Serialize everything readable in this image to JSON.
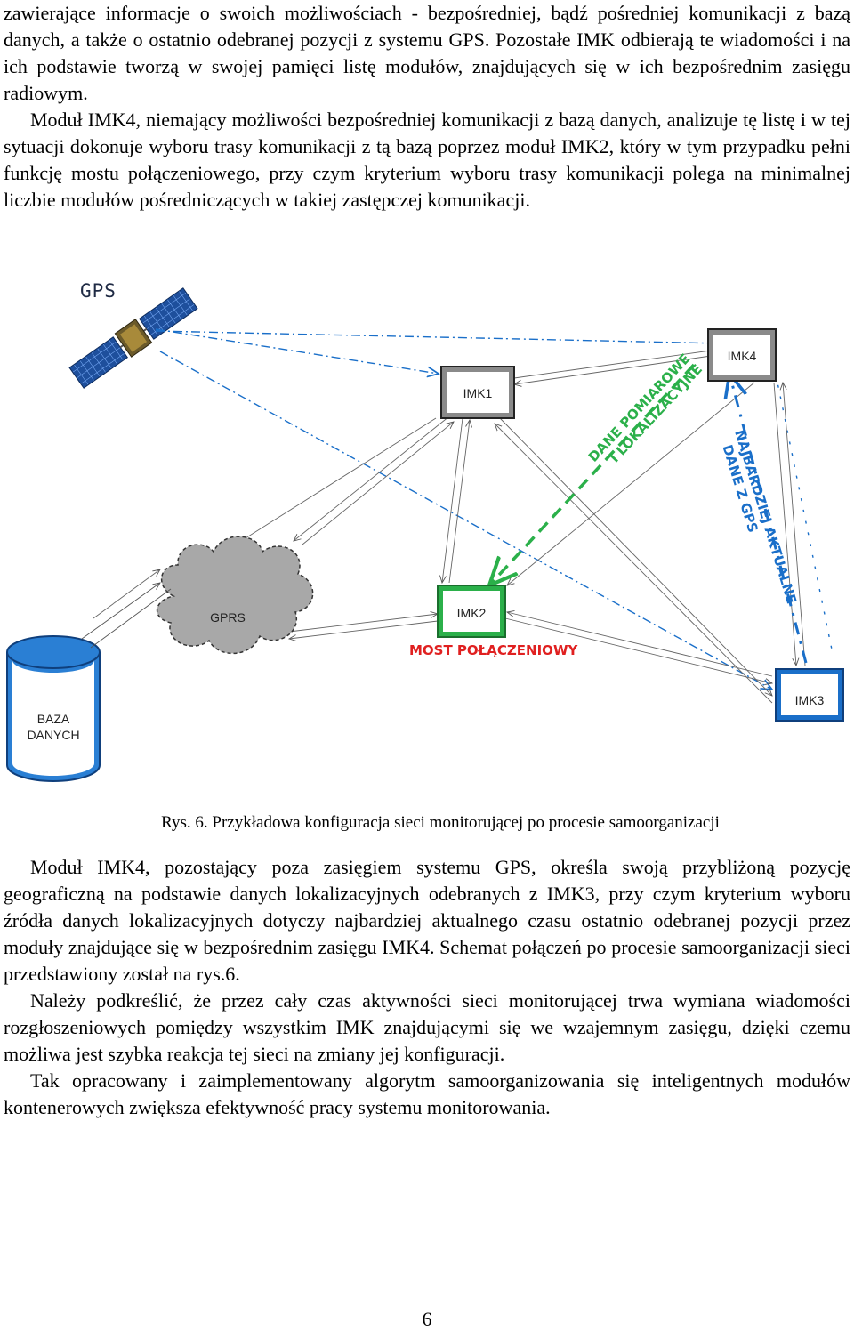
{
  "text_top": {
    "line1": "zawierające informacje o swoich możliwościach - bezpośredniej, bądź pośredniej komunikacji z bazą danych, a także o ostatnio odebranej pozycji z systemu GPS. Pozostałe IMK odbierają te wiadomości i na ich podstawie tworzą w swojej pamięci listę modułów, znajdujących się w ich bezpośrednim zasięgu radiowym.",
    "para2": "Moduł IMK4, niemający możliwości bezpośredniej komunikacji z bazą danych, analizuje tę listę i w tej sytuacji dokonuje wyboru trasy komunikacji z tą bazą poprzez moduł IMK2, który w tym przypadku pełni funkcję mostu połączeniowego, przy czym kryterium wyboru trasy komunikacji polega na minimalnej liczbie modułów pośredniczących w takiej zastępczej komunikacji."
  },
  "figure": {
    "gps_label": "GPS",
    "imk1": "IMK1",
    "imk2": "IMK2",
    "imk3": "IMK3",
    "imk4": "IMK4",
    "gprs": "GPRS",
    "db_line1": "BAZA",
    "db_line2": "DANYCH",
    "green_line1": "DANE POMIAROWE",
    "green_line2": "I LOKALIZACYJNE",
    "blue_line1": "NAJBARDZIEJ AKTUALNE",
    "blue_line2": "DANE Z GPS",
    "bridge_label": "MOST POŁĄCZENIOWY",
    "colors": {
      "green": "#2bb04a",
      "blue": "#1a6fc9",
      "red": "#e02020",
      "imk_gray": "#8a8a8a",
      "imk3_blue": "#1a6fc9",
      "db_blue": "#2a7fd4",
      "cloud_gray": "#a8a8a8"
    }
  },
  "caption": "Rys. 6. Przykładowa konfiguracja sieci monitorującej po procesie samoorganizacji",
  "text_bottom": {
    "para1": "Moduł IMK4, pozostający poza zasięgiem systemu GPS, określa swoją przybliżoną pozycję geograficzną na podstawie danych lokalizacyjnych odebranych z IMK3, przy czym kryterium wyboru źródła danych lokalizacyjnych dotyczy najbardziej aktualnego czasu ostatnio odebranej pozycji przez moduły znajdujące się w bezpośrednim zasięgu IMK4. Schemat połączeń po procesie samoorganizacji sieci przedstawiony został na rys.6.",
    "para2": "Należy podkreślić, że przez cały czas aktywności sieci monitorującej trwa wymiana wiadomości rozgłoszeniowych pomiędzy wszystkim IMK znajdującymi się we wzajemnym zasięgu, dzięki czemu możliwa jest szybka reakcja tej sieci na zmiany jej konfiguracji.",
    "para3": "Tak opracowany i zaimplementowany algorytm samoorganizowania się inteligentnych modułów kontenerowych zwiększa efektywność pracy systemu monitorowania."
  },
  "page_number": "6"
}
